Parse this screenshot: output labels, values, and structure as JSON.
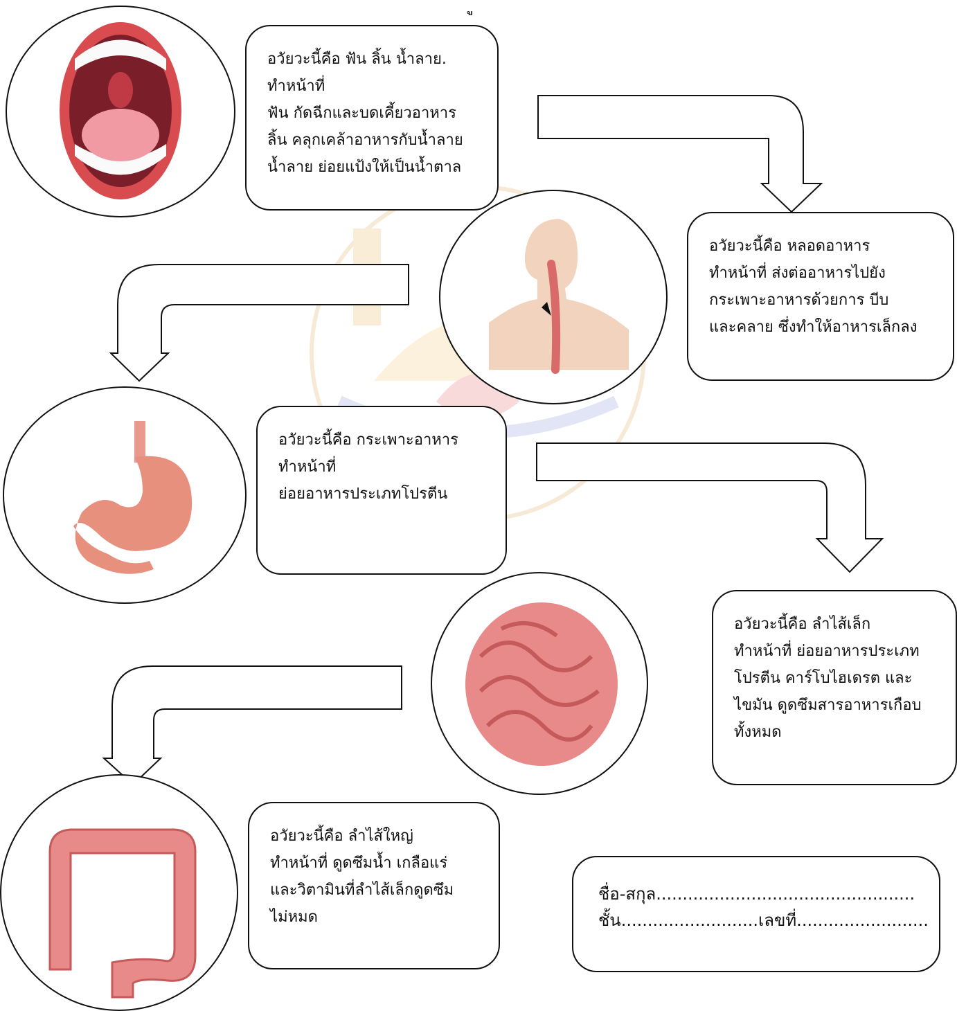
{
  "title_fragment": "ู",
  "organs": [
    {
      "icon": "mouth-icon",
      "lines": [
        "อวัยวะนี้คือ ฟัน ลิ้น น้ำลาย.",
        "ทำหน้าที่",
        "ฟัน กัดฉีกและบดเคี้ยวอาหาร",
        "ลิ้น คลุกเคล้าอาหารกับน้ำลาย",
        "น้ำลาย ย่อยแป้งให้เป็นน้ำตาล"
      ]
    },
    {
      "icon": "esophagus-icon",
      "lines": [
        "อวัยวะนี้คือ หลอดอาหาร",
        "ทำหน้าที่ ส่งต่ออาหารไปยัง",
        "กระเพาะอาหารด้วยการ บีบ",
        "และคลาย ซึ่งทำให้อาหารเล็กลง"
      ]
    },
    {
      "icon": "stomach-icon",
      "lines": [
        "อวัยวะนี้คือ กระเพาะอาหาร",
        "ทำหน้าที่",
        "ย่อยอาหารประเภทโปรตีน"
      ]
    },
    {
      "icon": "small-intestine-icon",
      "lines": [
        "อวัยวะนี้คือ ลำไส้เล็ก",
        "ทำหน้าที่ ย่อยอาหารประเภท",
        "โปรตีน คาร์โบไฮเดรต และ",
        "ไขมัน ดูดซึมสารอาหารเกือบ",
        "ทั้งหมด"
      ]
    },
    {
      "icon": "large-intestine-icon",
      "lines": [
        "อวัยวะนี้คือ ลำไส้ใหญ่",
        "ทำหน้าที่ ดูดซึมน้ำ เกลือแร่",
        "และวิตามินที่ลำไส้เล็กดูดซึม",
        "ไม่หมด"
      ]
    }
  ],
  "student": {
    "name_line": "ชื่อ-สกุล.................................................",
    "class_line": "ชั้น..........................เลขที่........................."
  },
  "colors": {
    "organ_pink": "#e88a8a",
    "skin": "#f2d3be",
    "line": "#111111"
  }
}
